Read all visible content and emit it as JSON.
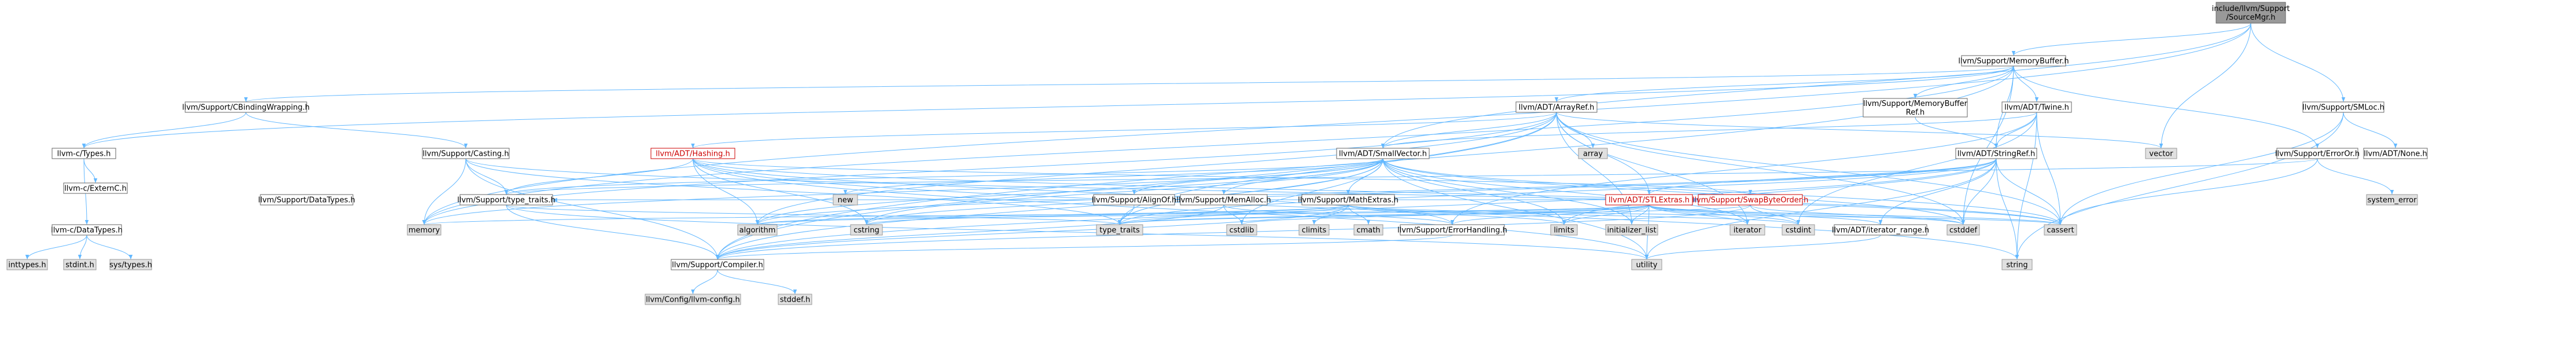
{
  "diagram": {
    "type": "include-dependency-graph",
    "colors": {
      "edge": "#63b8ff",
      "node_border": "#666666",
      "external_fill": "#e0e0e0",
      "root_fill": "#999999",
      "highlight": "#cc0000"
    },
    "nodes": [
      {
        "id": "root",
        "label": [
          "include/llvm/Support",
          "/SourceMgr.h"
        ],
        "style": "root"
      },
      {
        "id": "membuf",
        "label": [
          "llvm/Support/MemoryBuffer.h"
        ],
        "style": "white"
      },
      {
        "id": "smloc",
        "label": [
          "llvm/Support/SMLoc.h"
        ],
        "style": "white"
      },
      {
        "id": "cbinding",
        "label": [
          "llvm/Support/CBindingWrapping.h"
        ],
        "style": "white"
      },
      {
        "id": "arrayref",
        "label": [
          "llvm/ADT/ArrayRef.h"
        ],
        "style": "white"
      },
      {
        "id": "membufref",
        "label": [
          "llvm/Support/MemoryBuffer",
          "Ref.h"
        ],
        "style": "white"
      },
      {
        "id": "twine",
        "label": [
          "llvm/ADT/Twine.h"
        ],
        "style": "white"
      },
      {
        "id": "ctypes",
        "label": [
          "llvm-c/Types.h"
        ],
        "style": "white"
      },
      {
        "id": "casting",
        "label": [
          "llvm/Support/Casting.h"
        ],
        "style": "white"
      },
      {
        "id": "hashing",
        "label": [
          "llvm/ADT/Hashing.h"
        ],
        "style": "red"
      },
      {
        "id": "smallvec",
        "label": [
          "llvm/ADT/SmallVector.h"
        ],
        "style": "white"
      },
      {
        "id": "array",
        "label": [
          "array"
        ],
        "style": "gray"
      },
      {
        "id": "stringref",
        "label": [
          "llvm/ADT/StringRef.h"
        ],
        "style": "white"
      },
      {
        "id": "vector",
        "label": [
          "vector"
        ],
        "style": "gray"
      },
      {
        "id": "erroror",
        "label": [
          "llvm/Support/ErrorOr.h"
        ],
        "style": "white"
      },
      {
        "id": "none",
        "label": [
          "llvm/ADT/None.h"
        ],
        "style": "white"
      },
      {
        "id": "externc",
        "label": [
          "llvm-c/ExternC.h"
        ],
        "style": "white"
      },
      {
        "id": "datatypes",
        "label": [
          "llvm/Support/DataTypes.h"
        ],
        "style": "white"
      },
      {
        "id": "typetraits",
        "label": [
          "llvm/Support/type_traits.h"
        ],
        "style": "white"
      },
      {
        "id": "new",
        "label": [
          "new"
        ],
        "style": "gray"
      },
      {
        "id": "alignof",
        "label": [
          "llvm/Support/AlignOf.h"
        ],
        "style": "white"
      },
      {
        "id": "memalloc",
        "label": [
          "llvm/Support/MemAlloc.h"
        ],
        "style": "white"
      },
      {
        "id": "mathextras",
        "label": [
          "llvm/Support/MathExtras.h"
        ],
        "style": "white"
      },
      {
        "id": "stlextras",
        "label": [
          "llvm/ADT/STLExtras.h"
        ],
        "style": "red"
      },
      {
        "id": "swapbyte",
        "label": [
          "llvm/Support/SwapByteOrder.h"
        ],
        "style": "red"
      },
      {
        "id": "syserror",
        "label": [
          "system_error"
        ],
        "style": "gray"
      },
      {
        "id": "cdatatypes",
        "label": [
          "llvm-c/DataTypes.h"
        ],
        "style": "white"
      },
      {
        "id": "memory",
        "label": [
          "memory"
        ],
        "style": "gray"
      },
      {
        "id": "algorithm",
        "label": [
          "algorithm"
        ],
        "style": "gray"
      },
      {
        "id": "cstring",
        "label": [
          "cstring"
        ],
        "style": "gray"
      },
      {
        "id": "typetraitsstd",
        "label": [
          "type_traits"
        ],
        "style": "gray"
      },
      {
        "id": "cstdlib",
        "label": [
          "cstdlib"
        ],
        "style": "gray"
      },
      {
        "id": "climits",
        "label": [
          "climits"
        ],
        "style": "gray"
      },
      {
        "id": "cmath",
        "label": [
          "cmath"
        ],
        "style": "gray"
      },
      {
        "id": "errhandling",
        "label": [
          "llvm/Support/ErrorHandling.h"
        ],
        "style": "white"
      },
      {
        "id": "limits",
        "label": [
          "limits"
        ],
        "style": "gray"
      },
      {
        "id": "initlist",
        "label": [
          "initializer_list"
        ],
        "style": "gray"
      },
      {
        "id": "iterator",
        "label": [
          "iterator"
        ],
        "style": "gray"
      },
      {
        "id": "cstdint",
        "label": [
          "cstdint"
        ],
        "style": "gray"
      },
      {
        "id": "iterrange",
        "label": [
          "llvm/ADT/iterator_range.h"
        ],
        "style": "white"
      },
      {
        "id": "cstddef",
        "label": [
          "cstddef"
        ],
        "style": "gray"
      },
      {
        "id": "cassert",
        "label": [
          "cassert"
        ],
        "style": "gray"
      },
      {
        "id": "inttypes",
        "label": [
          "inttypes.h"
        ],
        "style": "gray"
      },
      {
        "id": "stdint",
        "label": [
          "stdint.h"
        ],
        "style": "gray"
      },
      {
        "id": "systypes",
        "label": [
          "sys/types.h"
        ],
        "style": "gray"
      },
      {
        "id": "compiler",
        "label": [
          "llvm/Support/Compiler.h"
        ],
        "style": "white"
      },
      {
        "id": "utility",
        "label": [
          "utility"
        ],
        "style": "gray"
      },
      {
        "id": "string",
        "label": [
          "string"
        ],
        "style": "gray"
      },
      {
        "id": "config",
        "label": [
          "llvm/Config/llvm-config.h"
        ],
        "style": "gray"
      },
      {
        "id": "stddef",
        "label": [
          "stddef.h"
        ],
        "style": "gray"
      }
    ],
    "edges": [
      [
        "root",
        "membuf"
      ],
      [
        "root",
        "smloc"
      ],
      [
        "root",
        "smallvec"
      ],
      [
        "root",
        "vector"
      ],
      [
        "root",
        "memory"
      ],
      [
        "membuf",
        "cbinding"
      ],
      [
        "membuf",
        "ctypes"
      ],
      [
        "membuf",
        "arrayref"
      ],
      [
        "membuf",
        "membufref"
      ],
      [
        "membuf",
        "twine"
      ],
      [
        "membuf",
        "erroror"
      ],
      [
        "membuf",
        "cstddef"
      ],
      [
        "membuf",
        "compiler"
      ],
      [
        "membuf",
        "stringref"
      ],
      [
        "membuf",
        "memory"
      ],
      [
        "smloc",
        "none"
      ],
      [
        "smloc",
        "cassert"
      ],
      [
        "smloc",
        "string"
      ],
      [
        "cbinding",
        "ctypes"
      ],
      [
        "cbinding",
        "casting"
      ],
      [
        "ctypes",
        "externc"
      ],
      [
        "ctypes",
        "cdatatypes"
      ],
      [
        "arrayref",
        "hashing"
      ],
      [
        "arrayref",
        "smallvec"
      ],
      [
        "arrayref",
        "stlextras"
      ],
      [
        "arrayref",
        "compiler"
      ],
      [
        "arrayref",
        "algorithm"
      ],
      [
        "arrayref",
        "array"
      ],
      [
        "arrayref",
        "cassert"
      ],
      [
        "arrayref",
        "cstddef"
      ],
      [
        "arrayref",
        "initlist"
      ],
      [
        "arrayref",
        "iterator"
      ],
      [
        "arrayref",
        "memory"
      ],
      [
        "arrayref",
        "typetraitsstd"
      ],
      [
        "arrayref",
        "vector"
      ],
      [
        "membufref",
        "stringref"
      ],
      [
        "twine",
        "smallvec"
      ],
      [
        "twine",
        "stringref"
      ],
      [
        "twine",
        "errhandling"
      ],
      [
        "twine",
        "cassert"
      ],
      [
        "twine",
        "cstdint"
      ],
      [
        "twine",
        "string"
      ],
      [
        "casting",
        "typetraits"
      ],
      [
        "casting",
        "compiler"
      ],
      [
        "casting",
        "cassert"
      ],
      [
        "casting",
        "memory"
      ],
      [
        "casting",
        "typetraitsstd"
      ],
      [
        "hashing",
        "errhandling"
      ],
      [
        "hashing",
        "swapbyte"
      ],
      [
        "hashing",
        "typetraits"
      ],
      [
        "hashing",
        "algorithm"
      ],
      [
        "hashing",
        "cassert"
      ],
      [
        "hashing",
        "cstring"
      ],
      [
        "hashing",
        "string"
      ],
      [
        "hashing",
        "utility"
      ],
      [
        "smallvec",
        "compiler"
      ],
      [
        "smallvec",
        "memalloc"
      ],
      [
        "smallvec",
        "typetraits"
      ],
      [
        "smallvec",
        "alignof"
      ],
      [
        "smallvec",
        "mathextras"
      ],
      [
        "smallvec",
        "new"
      ],
      [
        "smallvec",
        "algorithm"
      ],
      [
        "smallvec",
        "cassert"
      ],
      [
        "smallvec",
        "cstddef"
      ],
      [
        "smallvec",
        "cstdlib"
      ],
      [
        "smallvec",
        "cstring"
      ],
      [
        "smallvec",
        "initlist"
      ],
      [
        "smallvec",
        "iterator"
      ],
      [
        "smallvec",
        "limits"
      ],
      [
        "smallvec",
        "memory"
      ],
      [
        "smallvec",
        "typetraitsstd"
      ],
      [
        "smallvec",
        "utility"
      ],
      [
        "stringref",
        "stlextras"
      ],
      [
        "stringref",
        "iterrange"
      ],
      [
        "stringref",
        "compiler"
      ],
      [
        "stringref",
        "algorithm"
      ],
      [
        "stringref",
        "cassert"
      ],
      [
        "stringref",
        "cstddef"
      ],
      [
        "stringref",
        "cstring"
      ],
      [
        "stringref",
        "limits"
      ],
      [
        "stringref",
        "string"
      ],
      [
        "stringref",
        "typetraitsstd"
      ],
      [
        "stringref",
        "utility"
      ],
      [
        "erroror",
        "syserror"
      ],
      [
        "erroror",
        "cassert"
      ],
      [
        "erroror",
        "typetraits"
      ],
      [
        "cdatatypes",
        "inttypes"
      ],
      [
        "cdatatypes",
        "stdint"
      ],
      [
        "cdatatypes",
        "systypes"
      ],
      [
        "typetraits",
        "compiler"
      ],
      [
        "typetraits",
        "typetraitsstd"
      ],
      [
        "typetraits",
        "utility"
      ],
      [
        "alignof",
        "typetraitsstd"
      ],
      [
        "memalloc",
        "compiler"
      ],
      [
        "memalloc",
        "errhandling"
      ],
      [
        "memalloc",
        "cstdlib"
      ],
      [
        "mathextras",
        "compiler"
      ],
      [
        "mathextras",
        "swapbyte"
      ],
      [
        "mathextras",
        "algorithm"
      ],
      [
        "mathextras",
        "cassert"
      ],
      [
        "mathextras",
        "climits"
      ],
      [
        "mathextras",
        "cmath"
      ],
      [
        "mathextras",
        "cstdint"
      ],
      [
        "mathextras",
        "cstring"
      ],
      [
        "mathextras",
        "limits"
      ],
      [
        "mathextras",
        "typetraitsstd"
      ],
      [
        "stlextras",
        "typetraits"
      ],
      [
        "stlextras",
        "errhandling"
      ],
      [
        "stlextras",
        "iterrange"
      ],
      [
        "stlextras",
        "algorithm"
      ],
      [
        "stlextras",
        "cassert"
      ],
      [
        "stlextras",
        "cstddef"
      ],
      [
        "stlextras",
        "cstdint"
      ],
      [
        "stlextras",
        "cstdlib"
      ],
      [
        "stlextras",
        "initlist"
      ],
      [
        "stlextras",
        "iterator"
      ],
      [
        "stlextras",
        "limits"
      ],
      [
        "stlextras",
        "memory"
      ],
      [
        "stlextras",
        "typetraitsstd"
      ],
      [
        "stlextras",
        "utility"
      ],
      [
        "swapbyte",
        "compiler"
      ],
      [
        "swapbyte",
        "cstddef"
      ],
      [
        "swapbyte",
        "cstdint"
      ],
      [
        "swapbyte",
        "typetraitsstd"
      ],
      [
        "errhandling",
        "compiler"
      ],
      [
        "iterrange",
        "utility"
      ],
      [
        "compiler",
        "config"
      ],
      [
        "compiler",
        "stddef"
      ]
    ]
  }
}
